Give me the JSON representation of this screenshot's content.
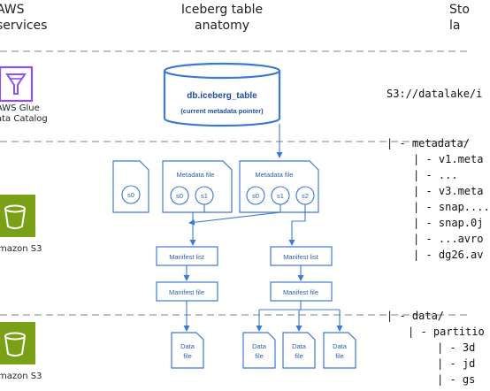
{
  "columns": {
    "aws_services": "AWS\nservices",
    "iceberg_anatomy": "Iceberg table\nanatomy",
    "storage_layout": "Sto\nla"
  },
  "services": {
    "glue": "AWS Glue\nata Catalog",
    "s3_metadata": "mazon S3",
    "s3_data": "mazon S3"
  },
  "catalog": {
    "table_name": "db.iceberg_table",
    "pointer_note": "(current metadata pointer)"
  },
  "metadata_files": [
    {
      "label": "",
      "snapshots": [
        "s0"
      ]
    },
    {
      "label": "Metadata file",
      "snapshots": [
        "s0",
        "s1"
      ]
    },
    {
      "label": "Metadata file",
      "snapshots": [
        "s0",
        "s1",
        "s2"
      ]
    }
  ],
  "manifest_lists": [
    "Manifest list",
    "Manifest list"
  ],
  "manifest_files": [
    "Manifest file",
    "Manifest file"
  ],
  "data_files": [
    "Data\nfile",
    "Data\nfile",
    "Data\nfile",
    "Data\nfile"
  ],
  "storage": {
    "catalog_path": "S3://datalake/i",
    "metadata_lines": [
      "| - metadata/",
      "| - v1.meta",
      "| - ...",
      "| - v3.meta",
      "| - snap....",
      "| - snap.0j",
      "| - ...avro",
      "| - dg26.av"
    ],
    "data_lines": [
      "| - data/",
      "| - partitio",
      "| - 3d",
      "| - jd",
      "| - gs"
    ]
  },
  "colors": {
    "accent": "#3C78D8",
    "glue_icon": "#8C4FFF",
    "s3_icon": "#7AA116",
    "divider": "#9a9a9a"
  }
}
